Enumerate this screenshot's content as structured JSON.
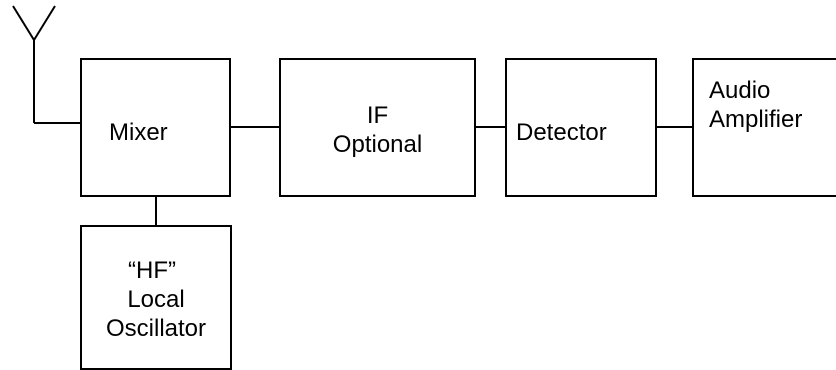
{
  "blocks": {
    "mixer": {
      "label": "Mixer"
    },
    "if_stage": {
      "lines": [
        "IF",
        "Optional"
      ]
    },
    "detector": {
      "label": "Detector"
    },
    "audio_amp": {
      "lines": [
        "Audio",
        "Amplifier"
      ]
    },
    "local_osc": {
      "lines": [
        "“HF”",
        "Local",
        "Oscillator"
      ]
    }
  },
  "icons": {
    "antenna": "antenna-icon"
  }
}
